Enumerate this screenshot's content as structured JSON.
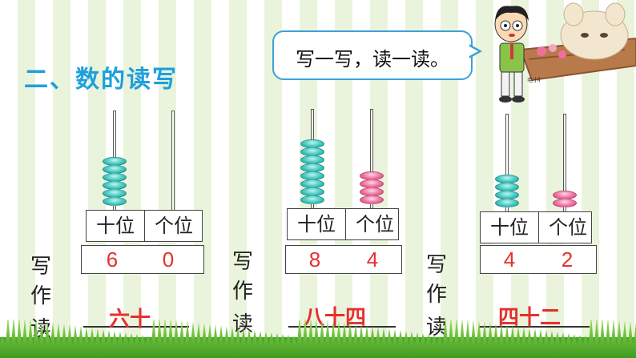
{
  "section_title": "二、数的读写",
  "bubble_text": "写一写，读一读。",
  "character_tag": "毛小特",
  "labels": {
    "tens": "十位",
    "ones": "个位",
    "write": "写作",
    "read": "读作"
  },
  "abaci": [
    {
      "tens_beads": 6,
      "ones_beads": 0,
      "write_tens": "6",
      "write_ones": "0",
      "read": "六十"
    },
    {
      "tens_beads": 8,
      "ones_beads": 4,
      "write_tens": "8",
      "write_ones": "4",
      "read": "八十四"
    },
    {
      "tens_beads": 4,
      "ones_beads": 2,
      "write_tens": "4",
      "write_ones": "2",
      "read": "四十二"
    }
  ],
  "colors": {
    "title": "#1ea0dc",
    "answer": "#e5302d",
    "tens_bead": "#42c8c0",
    "ones_bead": "#f0709d"
  }
}
